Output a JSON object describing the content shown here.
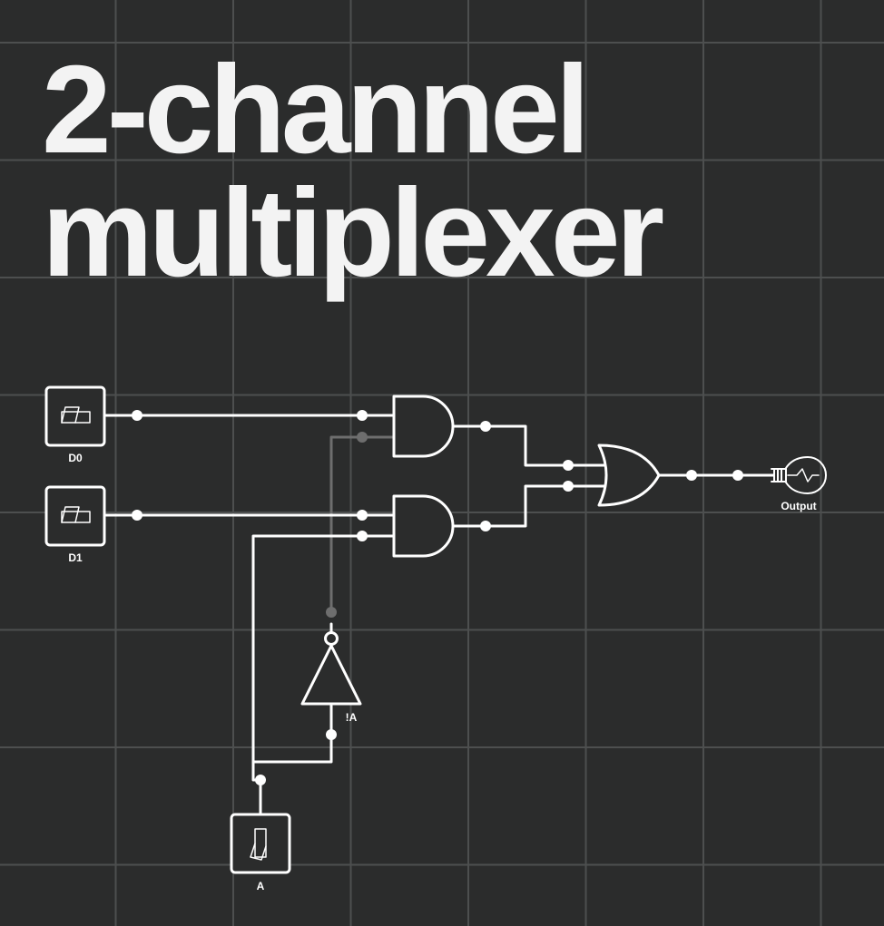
{
  "title": {
    "line1": "2-channel",
    "line2": "multiplexer"
  },
  "components": {
    "input_d0": {
      "label": "D0",
      "icon": "toggle-switch-icon"
    },
    "input_d1": {
      "label": "D1",
      "icon": "toggle-switch-icon"
    },
    "input_a": {
      "label": "A",
      "icon": "toggle-switch-icon"
    },
    "not_gate": {
      "label": "!A"
    },
    "output": {
      "label": "Output",
      "icon": "light-bulb-icon"
    }
  },
  "colors": {
    "background": "#2b2c2c",
    "grid": "#4d4f4f",
    "wire_active": "#ffffff",
    "wire_inactive": "#6e6e6e",
    "text": "#f3f3f3"
  }
}
